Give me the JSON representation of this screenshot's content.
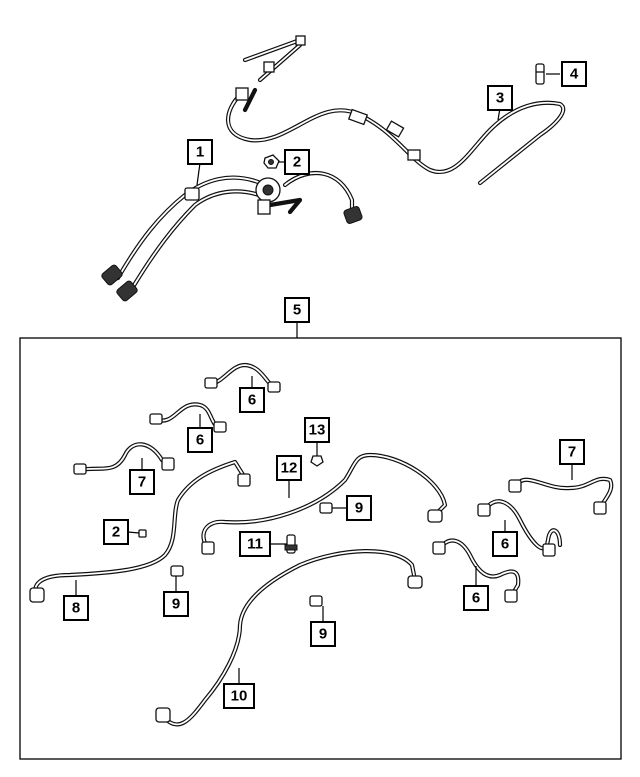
{
  "diagram": {
    "callouts": [
      {
        "id": "c1",
        "label": "1"
      },
      {
        "id": "c2",
        "label": "2"
      },
      {
        "id": "c3",
        "label": "3"
      },
      {
        "id": "c4",
        "label": "4"
      },
      {
        "id": "c5",
        "label": "5"
      },
      {
        "id": "c6a",
        "label": "6"
      },
      {
        "id": "c6b",
        "label": "6"
      },
      {
        "id": "c7a",
        "label": "7"
      },
      {
        "id": "c13",
        "label": "13"
      },
      {
        "id": "c12",
        "label": "12"
      },
      {
        "id": "c7b",
        "label": "7"
      },
      {
        "id": "c9a",
        "label": "9"
      },
      {
        "id": "c2b",
        "label": "2"
      },
      {
        "id": "c11",
        "label": "11"
      },
      {
        "id": "c6c",
        "label": "6"
      },
      {
        "id": "c6d",
        "label": "6"
      },
      {
        "id": "c8",
        "label": "8"
      },
      {
        "id": "c9b",
        "label": "9"
      },
      {
        "id": "c9c",
        "label": "9"
      },
      {
        "id": "c10",
        "label": "10"
      }
    ]
  }
}
